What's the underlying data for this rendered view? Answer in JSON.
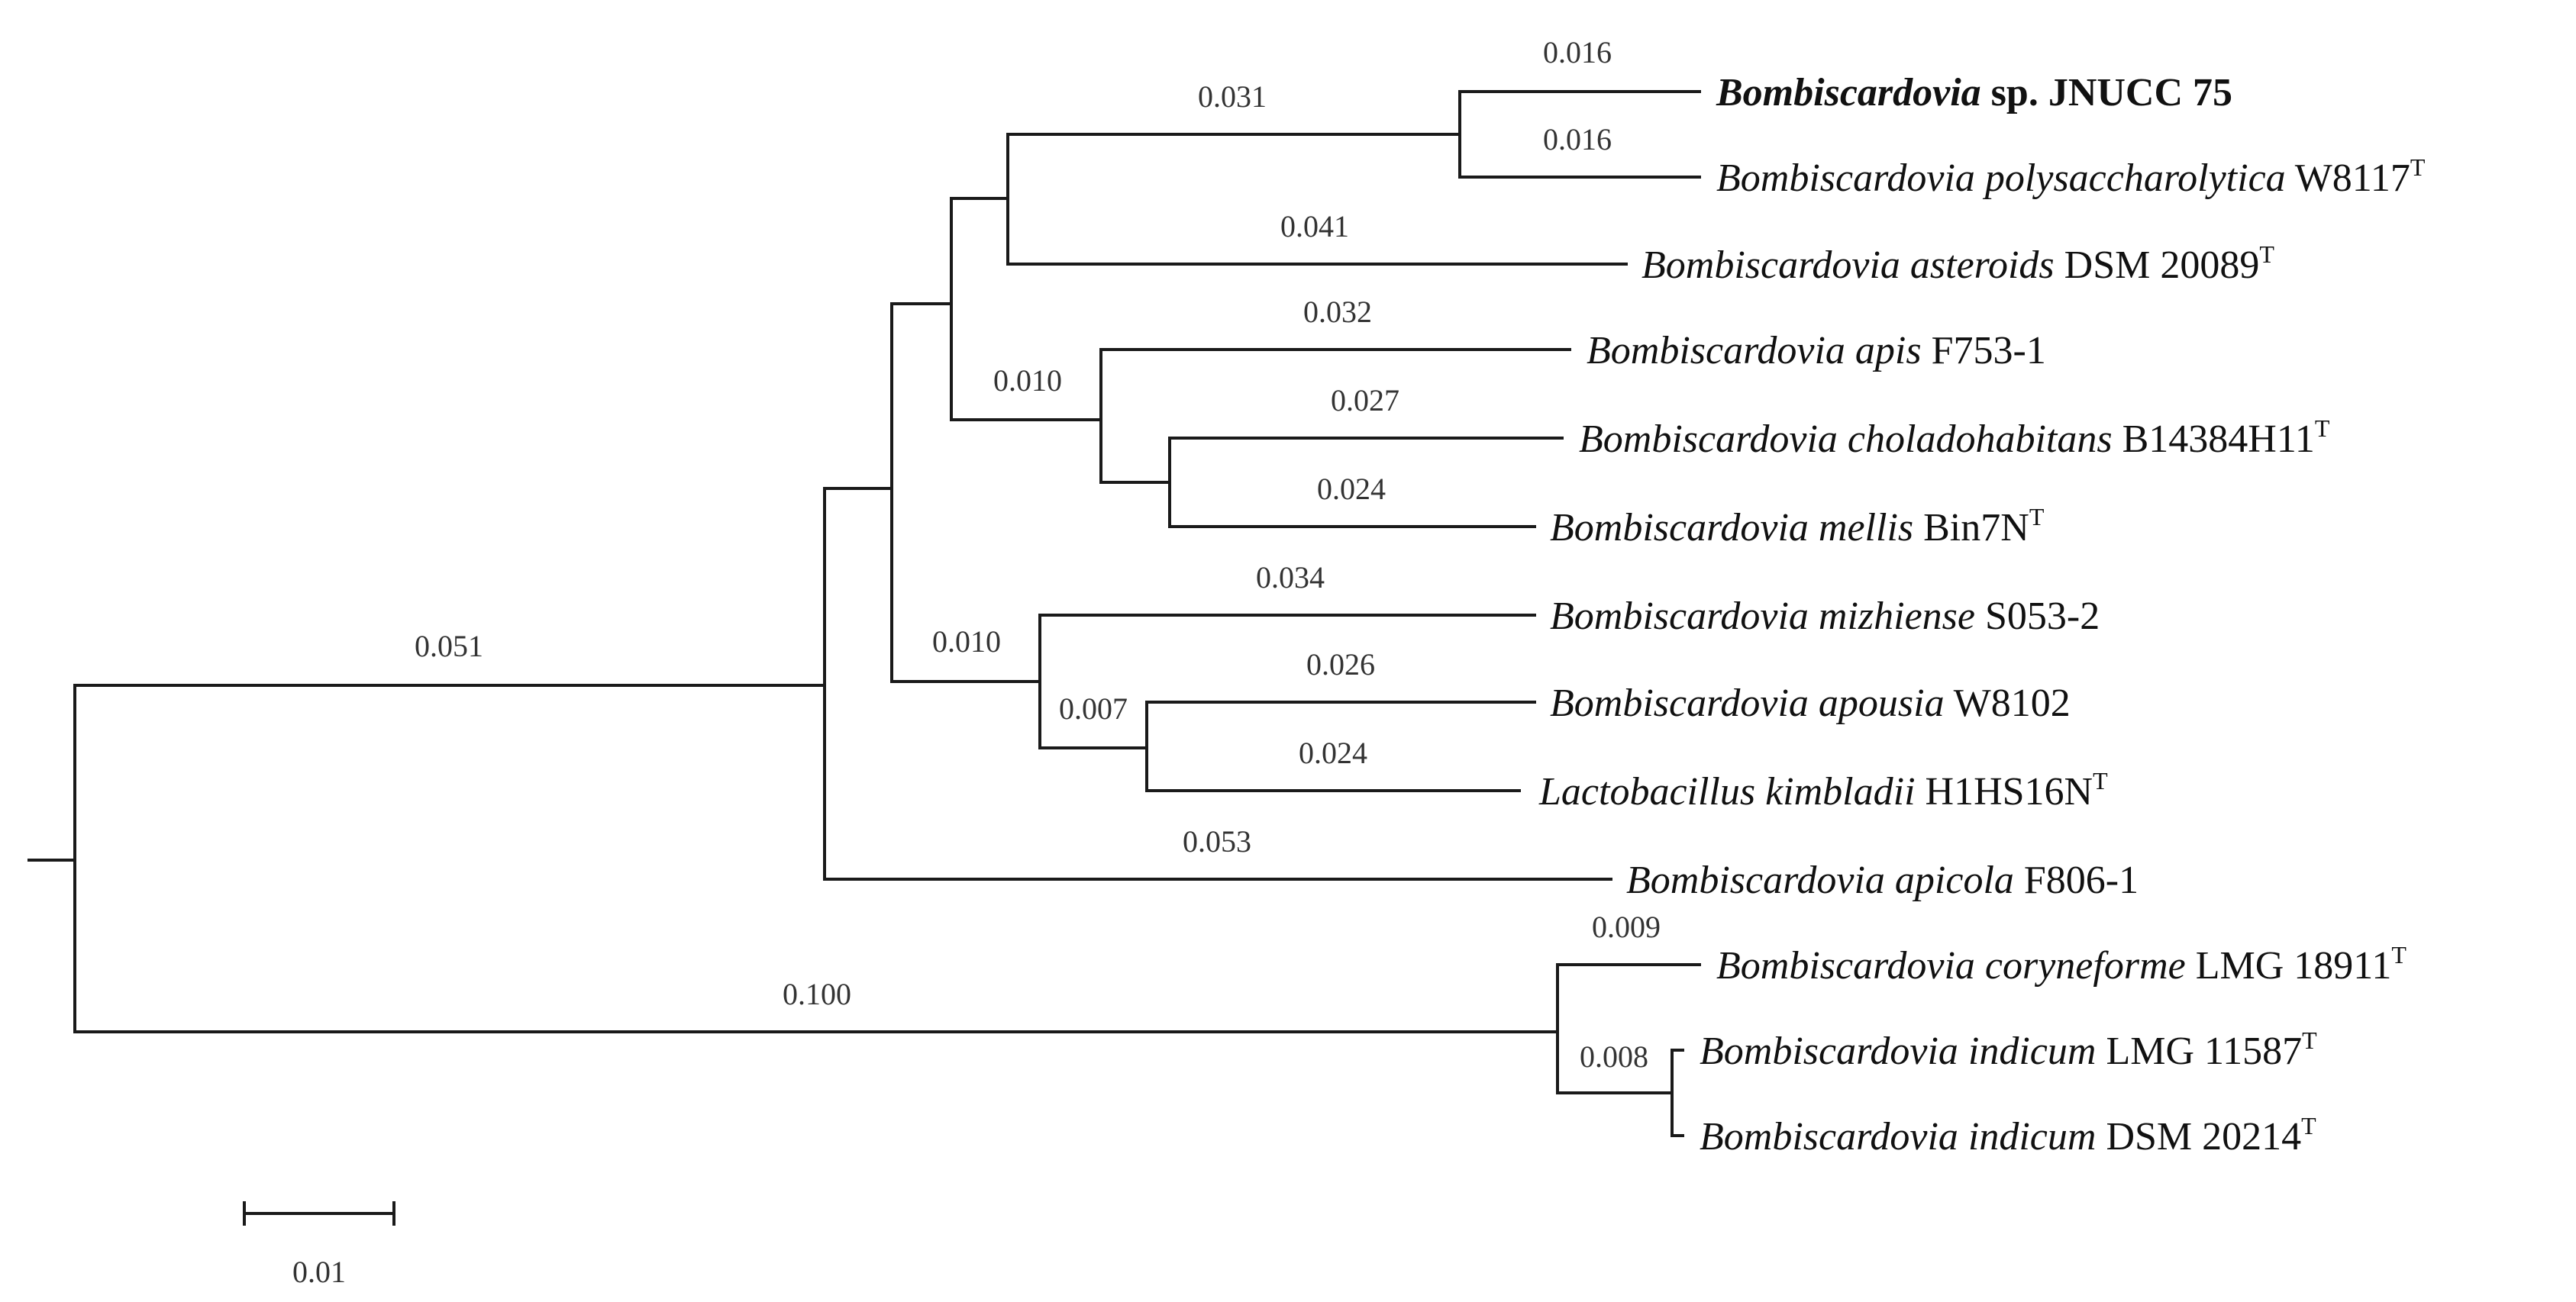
{
  "tree": {
    "taxa": [
      {
        "id": "jnucc75",
        "genus": "Bombiscardovia",
        "rest": "sp. JNUCC 75",
        "sup": "",
        "bold": true
      },
      {
        "id": "polysaccharolytica",
        "genus": "Bombiscardovia polysaccharolytica",
        "rest": "W8117",
        "sup": "T",
        "bold": false
      },
      {
        "id": "asteroids",
        "genus": "Bombiscardovia asteroids",
        "rest": "DSM 20089",
        "sup": "T",
        "bold": false
      },
      {
        "id": "apis",
        "genus": "Bombiscardovia apis",
        "rest": "F753-1",
        "sup": "",
        "bold": false
      },
      {
        "id": "choladohabitans",
        "genus": "Bombiscardovia choladohabitans",
        "rest": "B14384H11",
        "sup": "T",
        "bold": false
      },
      {
        "id": "mellis",
        "genus": "Bombiscardovia mellis",
        "rest": "Bin7N",
        "sup": "T",
        "bold": false
      },
      {
        "id": "mizhiense",
        "genus": "Bombiscardovia mizhiense",
        "rest": "S053-2",
        "sup": "",
        "bold": false
      },
      {
        "id": "apousia",
        "genus": "Bombiscardovia apousia",
        "rest": "W8102",
        "sup": "",
        "bold": false
      },
      {
        "id": "kimbladii",
        "genus": "Lactobacillus kimbladii",
        "rest": "H1HS16N",
        "sup": "T",
        "bold": false
      },
      {
        "id": "apicola",
        "genus": "Bombiscardovia apicola",
        "rest": "F806-1",
        "sup": "",
        "bold": false
      },
      {
        "id": "coryneforme",
        "genus": "Bombiscardovia coryneforme",
        "rest": "LMG 18911",
        "sup": "T",
        "bold": false
      },
      {
        "id": "indicum1",
        "genus": "Bombiscardovia indicum",
        "rest": "LMG 11587",
        "sup": "T",
        "bold": false
      },
      {
        "id": "indicum2",
        "genus": "Bombiscardovia indicum",
        "rest": "DSM 20214",
        "sup": "T",
        "bold": false
      }
    ],
    "branch_lengths": [
      {
        "id": "bl-jnucc75",
        "text": "0.016"
      },
      {
        "id": "bl-polysaccharolytica",
        "text": "0.016"
      },
      {
        "id": "bl-clade-jnucc-poly",
        "text": "0.031"
      },
      {
        "id": "bl-asteroids",
        "text": "0.041"
      },
      {
        "id": "bl-apis",
        "text": "0.032"
      },
      {
        "id": "bl-clade-apis",
        "text": "0.010"
      },
      {
        "id": "bl-choladohabitans",
        "text": "0.027"
      },
      {
        "id": "bl-mellis",
        "text": "0.024"
      },
      {
        "id": "bl-mizhiense",
        "text": "0.034"
      },
      {
        "id": "bl-clade-mizhiense",
        "text": "0.010"
      },
      {
        "id": "bl-clade-apousia",
        "text": "0.007"
      },
      {
        "id": "bl-apousia",
        "text": "0.026"
      },
      {
        "id": "bl-kimbladii",
        "text": "0.024"
      },
      {
        "id": "bl-ingroup",
        "text": "0.051"
      },
      {
        "id": "bl-apicola",
        "text": "0.053"
      },
      {
        "id": "bl-coryneforme",
        "text": "0.009"
      },
      {
        "id": "bl-outgroup",
        "text": "0.100"
      },
      {
        "id": "bl-clade-indicum",
        "text": "0.008"
      }
    ],
    "scale_bar": {
      "label": "0.01"
    }
  }
}
